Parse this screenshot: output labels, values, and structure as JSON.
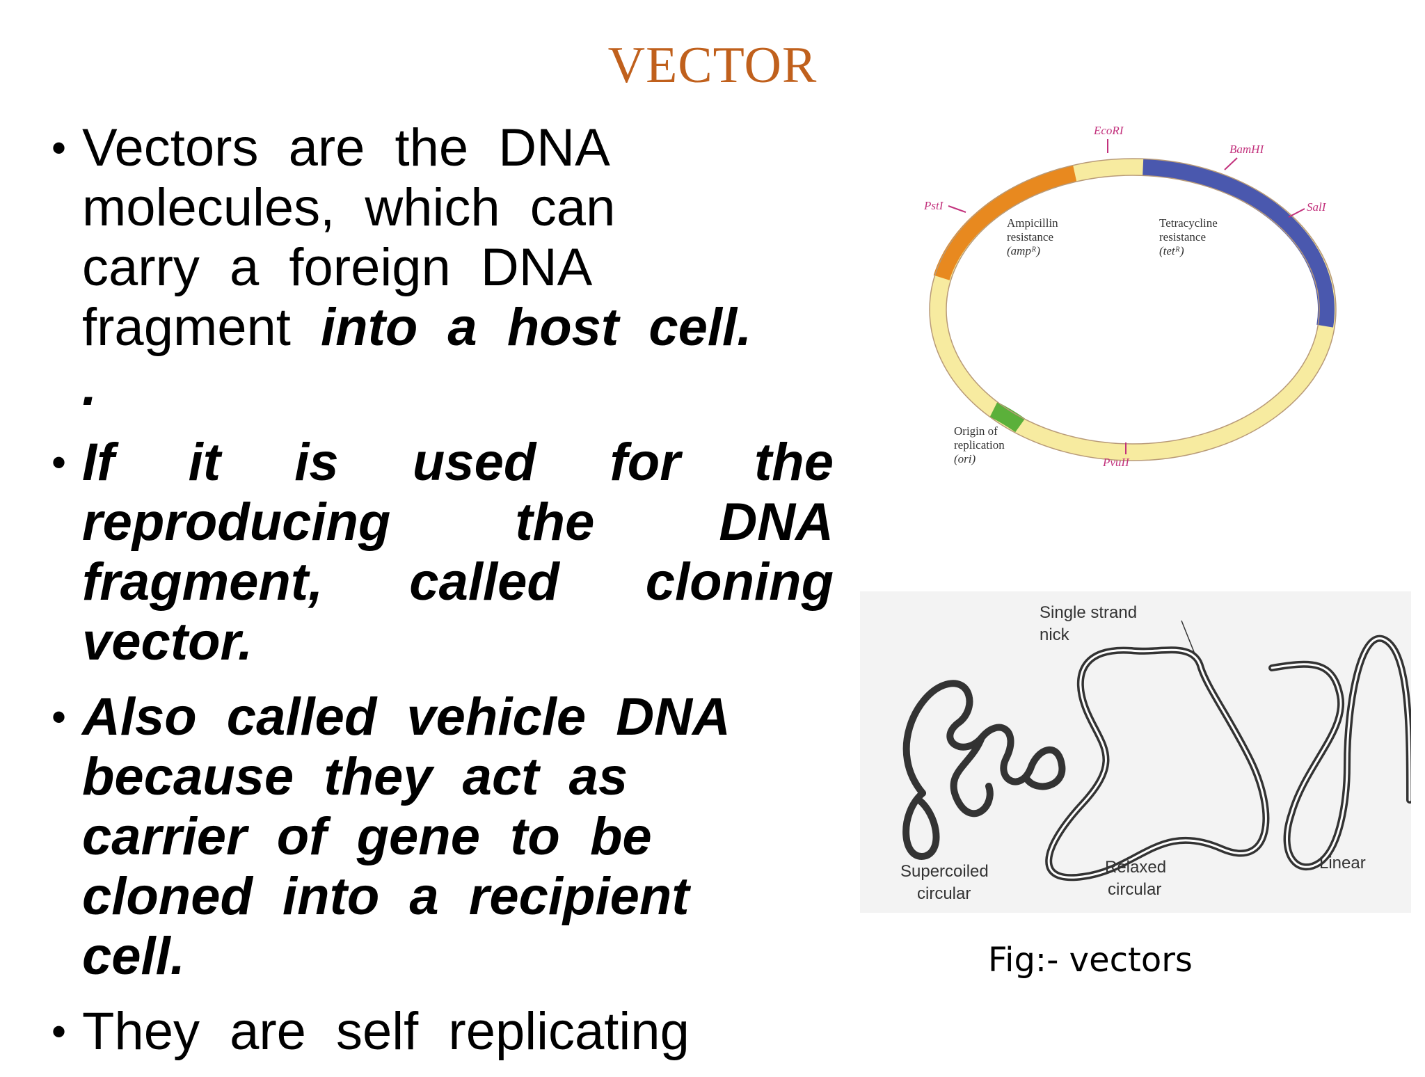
{
  "slide": {
    "title": "VECTOR",
    "bullets": [
      {
        "lines": [
          "Vectors are the DNA",
          "molecules, which can",
          "carry a foreign DNA"
        ],
        "last_plain": "fragment ",
        "last_emph": "into a host cell.",
        "extra": "."
      },
      {
        "lines": [
          "If it is used for the",
          "reproducing the DNA",
          "fragment, called cloning",
          "vector."
        ]
      },
      {
        "lines": [
          "Also called vehicle DNA",
          "because they act as",
          "carrier of gene to be",
          "cloned into a recipient",
          "cell."
        ]
      },
      {
        "lines": [
          "They are self replicating"
        ]
      }
    ],
    "caption": "Fig:- vectors"
  },
  "plasmid": {
    "sites": [
      "EcoRI",
      "BamHI",
      "SalI",
      "PstI",
      "PvuII"
    ],
    "amp": [
      "Ampicillin",
      "resistance",
      "(ampᴿ)"
    ],
    "tet": [
      "Tetracycline",
      "resistance",
      "(tetᴿ)"
    ],
    "ori": [
      "Origin of",
      "replication",
      "(ori)"
    ],
    "colors": {
      "amp": "#e8891f",
      "tet": "#4a58ae",
      "ori": "#5bb03a",
      "backbone": "#f7eba0",
      "label": "#c2317c"
    }
  },
  "forms": {
    "nick": [
      "Single strand",
      "nick"
    ],
    "supercoiled": [
      "Supercoiled",
      "circular"
    ],
    "relaxed": [
      "Relaxed",
      "circular"
    ],
    "linear": [
      "Linear"
    ]
  }
}
